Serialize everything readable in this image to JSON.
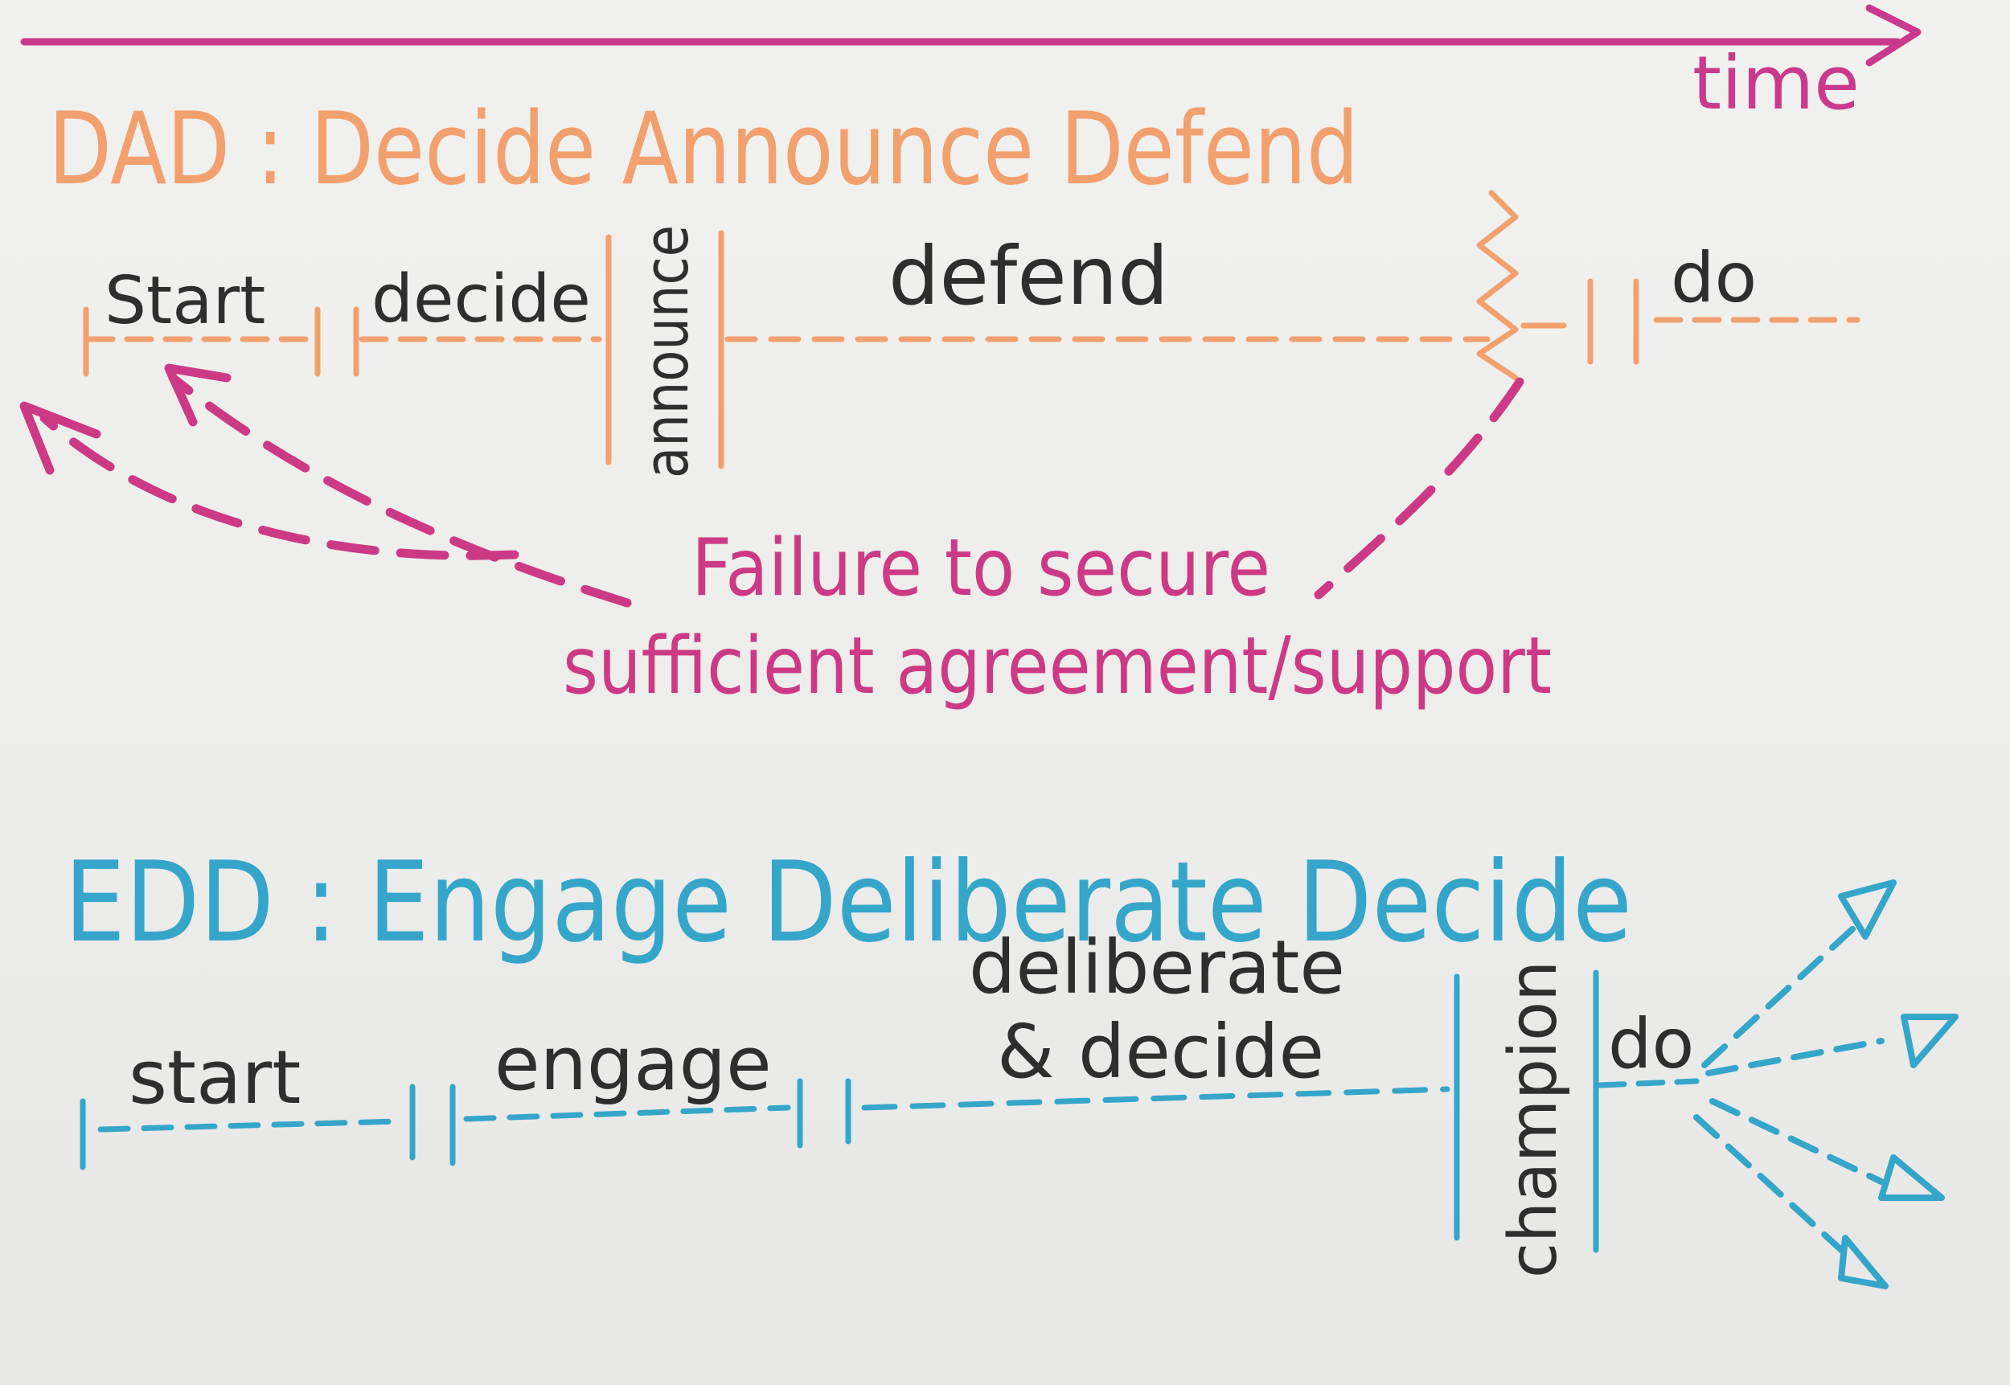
{
  "colors": {
    "time": "#c93a8c",
    "dad": "#f2a06e",
    "failure": "#cc3a86",
    "edd": "#35a6c9",
    "ink": "#2e2e2e"
  },
  "time": {
    "label": "time"
  },
  "dad": {
    "title": "DAD : Decide Announce Defend",
    "steps": {
      "start": "Start",
      "decide": "decide",
      "announce": "announce",
      "defend": "defend",
      "do": "do"
    }
  },
  "failure": {
    "line1": "Failure to secure",
    "line2": "sufficient agreement/support"
  },
  "edd": {
    "title": "EDD : Engage Deliberate Decide",
    "steps": {
      "start": "start",
      "engage": "engage",
      "deliberate_line1": "deliberate",
      "deliberate_line2": "& decide",
      "champion": "champion",
      "do": "do"
    }
  }
}
